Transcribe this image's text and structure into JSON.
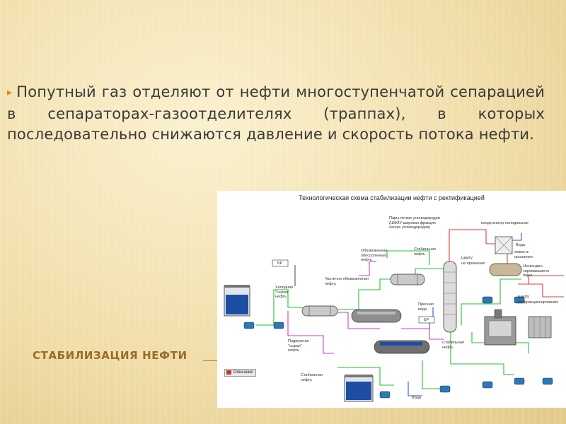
{
  "slide": {
    "bullet": "▸",
    "body_text": "Попутный газ отделяют от нефти многоступенчатой сепарацией в сепараторах-газоотделителях (траппах), в которых последовательно снижаются давление и скорость потока нефти.",
    "subtitle": "СТАБИЛИЗАЦИЯ НЕФТИ"
  },
  "diagram": {
    "title": "Технологическая схема стабилизации нефти с ректификацией",
    "labels": {
      "light_hc_vapors": "Пары легких углеводородов",
      "wflu_1": "(ШФЛУ-широкая фракция",
      "wflu_2": "легких углеводородов)",
      "condenser": "конденсатор-холодильник",
      "water_top": "Вода",
      "tank": "емкость",
      "tank_reflux": "орошения",
      "noncond_1": "Несконден-",
      "noncond_2": "сировавшиеся",
      "noncond_3": "пары",
      "dewatered_1": "Обезвоженная",
      "dewatered_2": "обессоленная",
      "dewatered_3": "нефть",
      "stable_top_1": "Стабильная",
      "stable_top_2": "нефть",
      "br_top": "БР",
      "cold_raw_1": "Холодная",
      "cold_raw_2": "\"сырая\"",
      "cold_raw_3": "нефть",
      "partial_1": "Частично обезвоженная",
      "partial_2": "нефть",
      "wflu_reflux_1": "ШФЛУ",
      "wflu_reflux_2": "на орошение",
      "wflu_frac_1": "ШФЛУ",
      "wflu_frac_2": "на фракционирование",
      "fresh_water_1": "Пресная",
      "fresh_water_2": "вода",
      "br_mid": "БР",
      "heated_raw_1": "Подогретая",
      "heated_raw_2": "\"сырая\"",
      "heated_raw_3": "нефть",
      "stable_right_1": "Стабильная",
      "stable_right_2": "нефть",
      "stable_bottom_1": "Стабильная",
      "stable_bottom_2": "нефть",
      "water_bottom": "Вода",
      "description_button": "Описание"
    },
    "colors": {
      "green_line": "#22c22a",
      "magenta_line": "#d23ad2",
      "red_line": "#e23a3a",
      "blue_line": "#2a5ad2",
      "grey_line": "#555555"
    }
  }
}
